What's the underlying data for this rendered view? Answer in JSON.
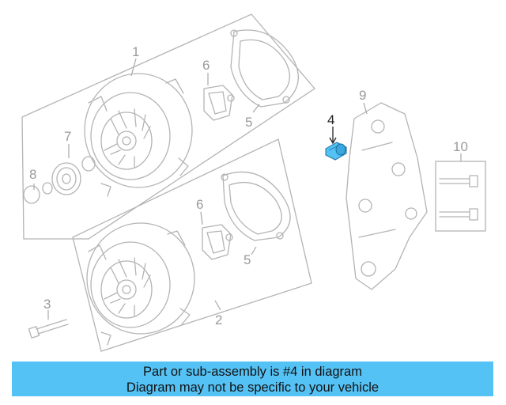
{
  "callouts": {
    "c1": "1",
    "c2": "2",
    "c3": "3",
    "c4": "4",
    "c5a": "5",
    "c5b": "5",
    "c6a": "6",
    "c6b": "6",
    "c7": "7",
    "c8": "8",
    "c9": "9",
    "c10": "10"
  },
  "highlight": {
    "part_number": "4",
    "color": "#55c2f5"
  },
  "banner": {
    "line1": "Part or sub-assembly is #4 in diagram",
    "line2": "Diagram may not be specific to your vehicle",
    "color": "#55c2f5"
  }
}
